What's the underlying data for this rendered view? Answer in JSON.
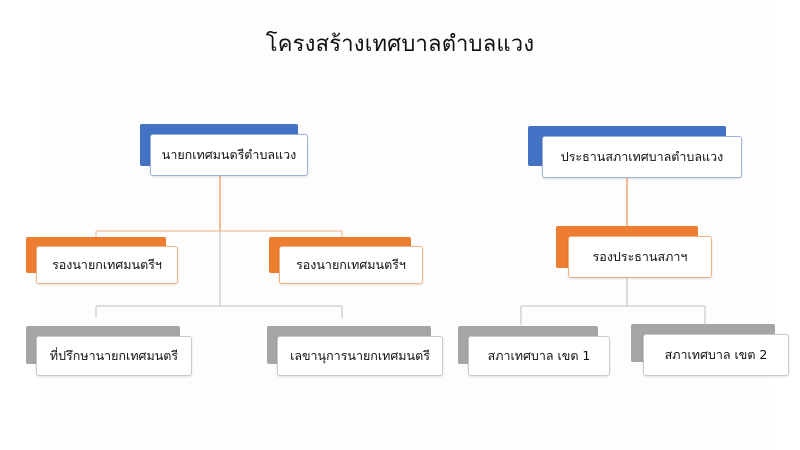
{
  "title": "โครงสร้างเทศบาลตำบลแวง",
  "colors": {
    "blue": "#4472c4",
    "orange": "#ed7d31",
    "gray": "#a5a5a5",
    "connector_orange": "#ed7d31",
    "connector_gray": "#bfbfbf"
  },
  "left": {
    "head": "นายกเทศมนตรีตำบลแวง",
    "deputy_1": "รองนายกเทศมนตรีฯ",
    "deputy_2": "รองนายกเทศมนตรีฯ",
    "advisor": "ที่ปรึกษานายกเทศมนตรี",
    "secretary": "เลขานุการนายกเทศมนตรี"
  },
  "right": {
    "head": "ประธานสภาเทศบาลตำบลแวง",
    "vice": "รองประธานสภาฯ",
    "district_1": "สภาเทศบาล เขต 1",
    "district_2": "สภาเทศบาล เขต 2"
  }
}
